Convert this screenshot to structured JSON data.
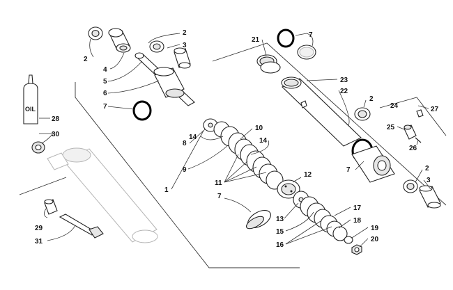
{
  "callouts": [
    {
      "id": "c1",
      "text": "1"
    },
    {
      "id": "c2a",
      "text": "2"
    },
    {
      "id": "c2b",
      "text": "2"
    },
    {
      "id": "c2c",
      "text": "2"
    },
    {
      "id": "c2d",
      "text": "2"
    },
    {
      "id": "c3a",
      "text": "3"
    },
    {
      "id": "c3b",
      "text": "3"
    },
    {
      "id": "c4",
      "text": "4"
    },
    {
      "id": "c5",
      "text": "5"
    },
    {
      "id": "c6",
      "text": "6"
    },
    {
      "id": "c7a",
      "text": "7"
    },
    {
      "id": "c7b",
      "text": "7"
    },
    {
      "id": "c7c",
      "text": "7"
    },
    {
      "id": "c7d",
      "text": "7"
    },
    {
      "id": "c8",
      "text": "8"
    },
    {
      "id": "c9",
      "text": "9"
    },
    {
      "id": "c10",
      "text": "10"
    },
    {
      "id": "c11",
      "text": "11"
    },
    {
      "id": "c12",
      "text": "12"
    },
    {
      "id": "c13",
      "text": "13"
    },
    {
      "id": "c14a",
      "text": "14"
    },
    {
      "id": "c14b",
      "text": "14"
    },
    {
      "id": "c15",
      "text": "15"
    },
    {
      "id": "c16",
      "text": "16"
    },
    {
      "id": "c17",
      "text": "17"
    },
    {
      "id": "c18",
      "text": "18"
    },
    {
      "id": "c19",
      "text": "19"
    },
    {
      "id": "c20",
      "text": "20"
    },
    {
      "id": "c21",
      "text": "21"
    },
    {
      "id": "c22",
      "text": "22"
    },
    {
      "id": "c23",
      "text": "23"
    },
    {
      "id": "c24",
      "text": "24"
    },
    {
      "id": "c25",
      "text": "25"
    },
    {
      "id": "c26",
      "text": "26"
    },
    {
      "id": "c27",
      "text": "27"
    },
    {
      "id": "c28",
      "text": "28"
    },
    {
      "id": "c29",
      "text": "29"
    },
    {
      "id": "c30",
      "text": "30"
    },
    {
      "id": "c31",
      "text": "31"
    }
  ],
  "oil_bottle_text": "OIL"
}
